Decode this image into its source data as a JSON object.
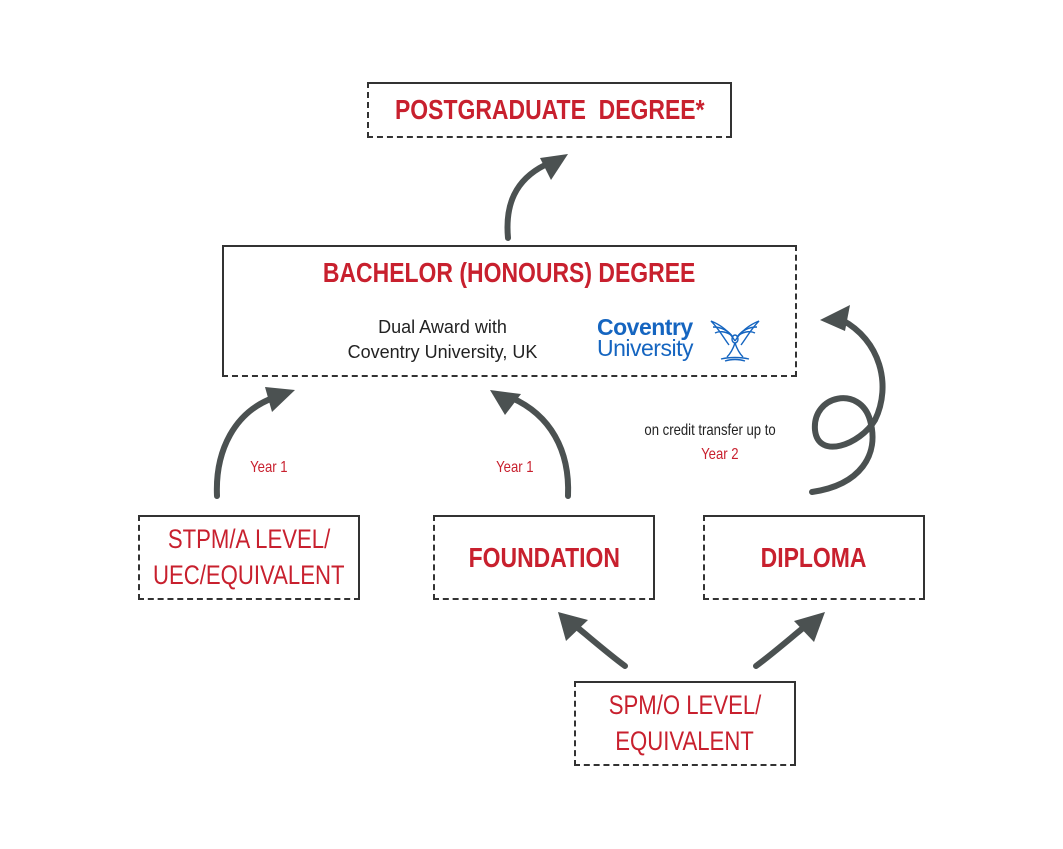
{
  "nodes": {
    "postgraduate": "POSTGRADUATE  DEGREE*",
    "bachelor": "BACHELOR (HONOURS) DEGREE",
    "dual_award_line1": "Dual Award with",
    "dual_award_line2": "Coventry University, UK",
    "stpm_line1": "STPM/A LEVEL/",
    "stpm_line2": "UEC/EQUIVALENT",
    "foundation": "FOUNDATION",
    "diploma": "DIPLOMA",
    "spm_line1": "SPM/O LEVEL/",
    "spm_line2": "EQUIVALENT"
  },
  "logo": {
    "line1": "Coventry",
    "line2": "University",
    "color": "#1565c0"
  },
  "edges": {
    "stpm_label": "Year 1",
    "foundation_label": "Year 1",
    "diploma_label_line1": "on credit transfer up to",
    "diploma_label_line2": "Year 2"
  },
  "colors": {
    "accent": "#c8202e",
    "arrow": "#4b5151",
    "border": "#333333"
  }
}
